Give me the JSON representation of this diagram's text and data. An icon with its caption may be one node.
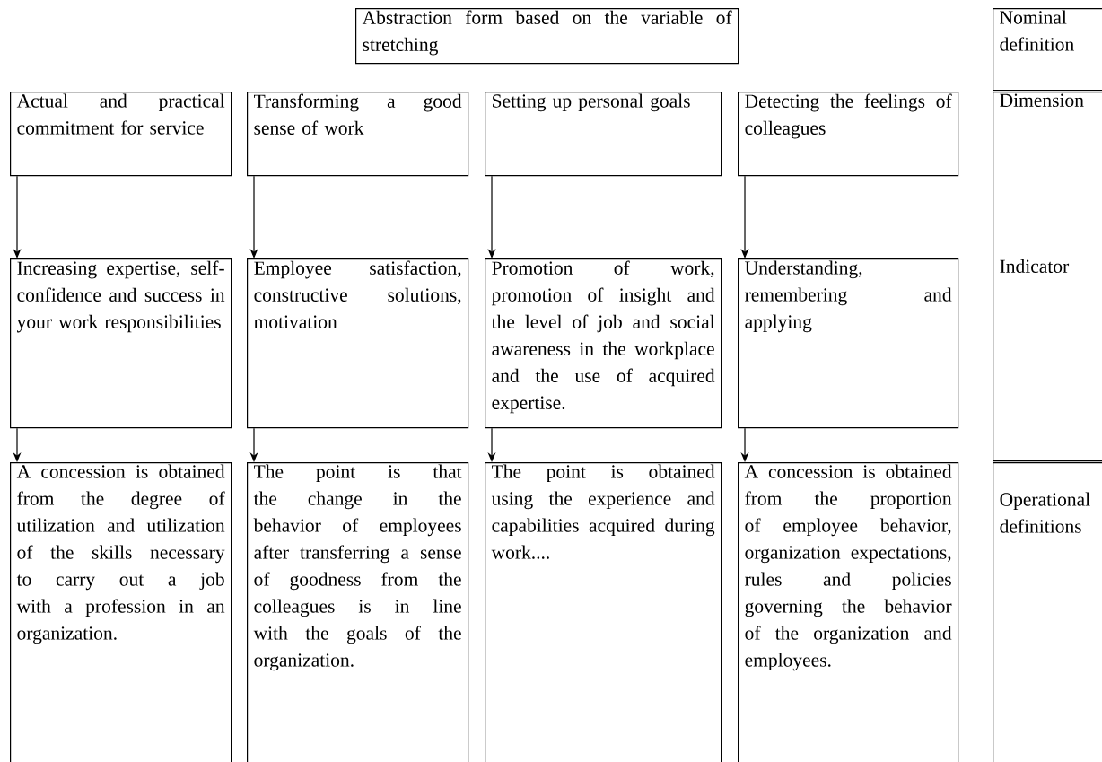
{
  "diagram": {
    "nodes": [
      {
        "text": [
          "Abstraction form based on the variable of stretching"
        ]
      },
      {
        "text": [
          "Nominal definition"
        ]
      },
      {
        "text": [
          "Actual and practical commitment for service"
        ]
      },
      {
        "text": [
          "Transforming a good sense of work"
        ]
      },
      {
        "text": [
          "Setting up personal goals"
        ]
      },
      {
        "text": [
          "Detecting the feelings of colleagues"
        ]
      },
      {
        "text": [
          "Dimension",
          "Indicator"
        ]
      },
      {
        "text": [
          "Increasing expertise, self-confidence and success in your work responsibilities"
        ]
      },
      {
        "text": [
          "Employee satisfaction, constructive solutions, motivation"
        ]
      },
      {
        "text": [
          "Promotion of work, promotion of insight and the level of job and social awareness in the workplace and the use of acquired expertise."
        ]
      },
      {
        "text": [
          "Understanding, remembering and applying"
        ]
      },
      {
        "text": [
          "A concession is obtained from the degree of utilization and utilization of the skills necessary to carry out a job with a profession in an organization."
        ]
      },
      {
        "text": [
          "The point is that the change in the behavior of employees after transferring a sense of goodness from the colleagues is in line with the goals of the organization."
        ]
      },
      {
        "text": [
          "The point is obtained using the experience and capabilities acquired during work...."
        ]
      },
      {
        "text": [
          "A concession is obtained from the proportion of employee behavior, organization expectations, rules and policies governing the behavior of the organization and employees."
        ]
      },
      {
        "text": [
          "Operational definitions"
        ]
      }
    ],
    "edges": [
      {
        "from": 2,
        "to": 7,
        "arrow": "to"
      },
      {
        "from": 3,
        "to": 8,
        "arrow": "to"
      },
      {
        "from": 4,
        "to": 9,
        "arrow": "to"
      },
      {
        "from": 5,
        "to": 10,
        "arrow": "to"
      },
      {
        "from": 7,
        "to": 11,
        "arrow": "to"
      },
      {
        "from": 8,
        "to": 12,
        "arrow": "to"
      },
      {
        "from": 9,
        "to": 13,
        "arrow": "to"
      },
      {
        "from": 10,
        "to": 14,
        "arrow": "to"
      }
    ]
  }
}
